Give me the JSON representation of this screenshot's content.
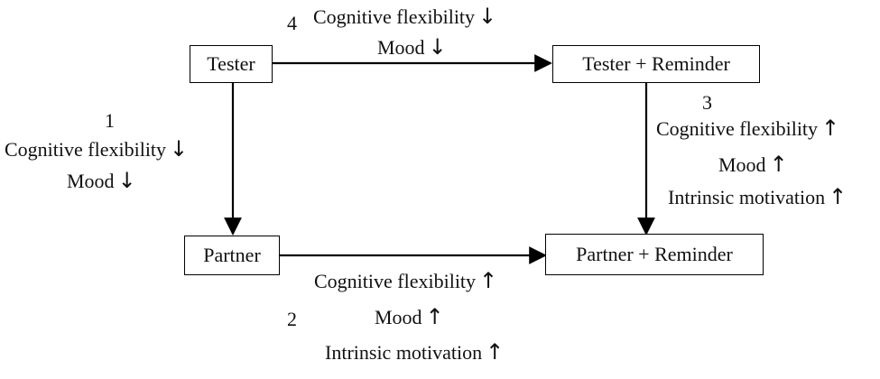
{
  "nodes": {
    "tester": "Tester",
    "tester_reminder": "Tester + Reminder",
    "partner": "Partner",
    "partner_reminder": "Partner + Reminder"
  },
  "icons": {
    "up": "arrow-up-icon",
    "down": "arrow-down-icon"
  },
  "glyphs": {
    "up": "↑",
    "down": "↓"
  },
  "paths": {
    "p1": {
      "number": "1",
      "items": [
        {
          "label": "Cognitive flexibility",
          "direction": "down"
        },
        {
          "label": "Mood",
          "direction": "down"
        }
      ]
    },
    "p2": {
      "number": "2",
      "items": [
        {
          "label": "Cognitive flexibility",
          "direction": "up"
        },
        {
          "label": "Mood",
          "direction": "up"
        },
        {
          "label": "Intrinsic motivation",
          "direction": "up"
        }
      ]
    },
    "p3": {
      "number": "3",
      "items": [
        {
          "label": "Cognitive flexibility",
          "direction": "up"
        },
        {
          "label": "Mood",
          "direction": "up"
        },
        {
          "label": "Intrinsic motivation",
          "direction": "up"
        }
      ]
    },
    "p4": {
      "number": "4",
      "items": [
        {
          "label": "Cognitive flexibility",
          "direction": "down"
        },
        {
          "label": "Mood",
          "direction": "down"
        }
      ]
    }
  },
  "colors": {
    "stroke": "#000000",
    "text": "#111111"
  }
}
